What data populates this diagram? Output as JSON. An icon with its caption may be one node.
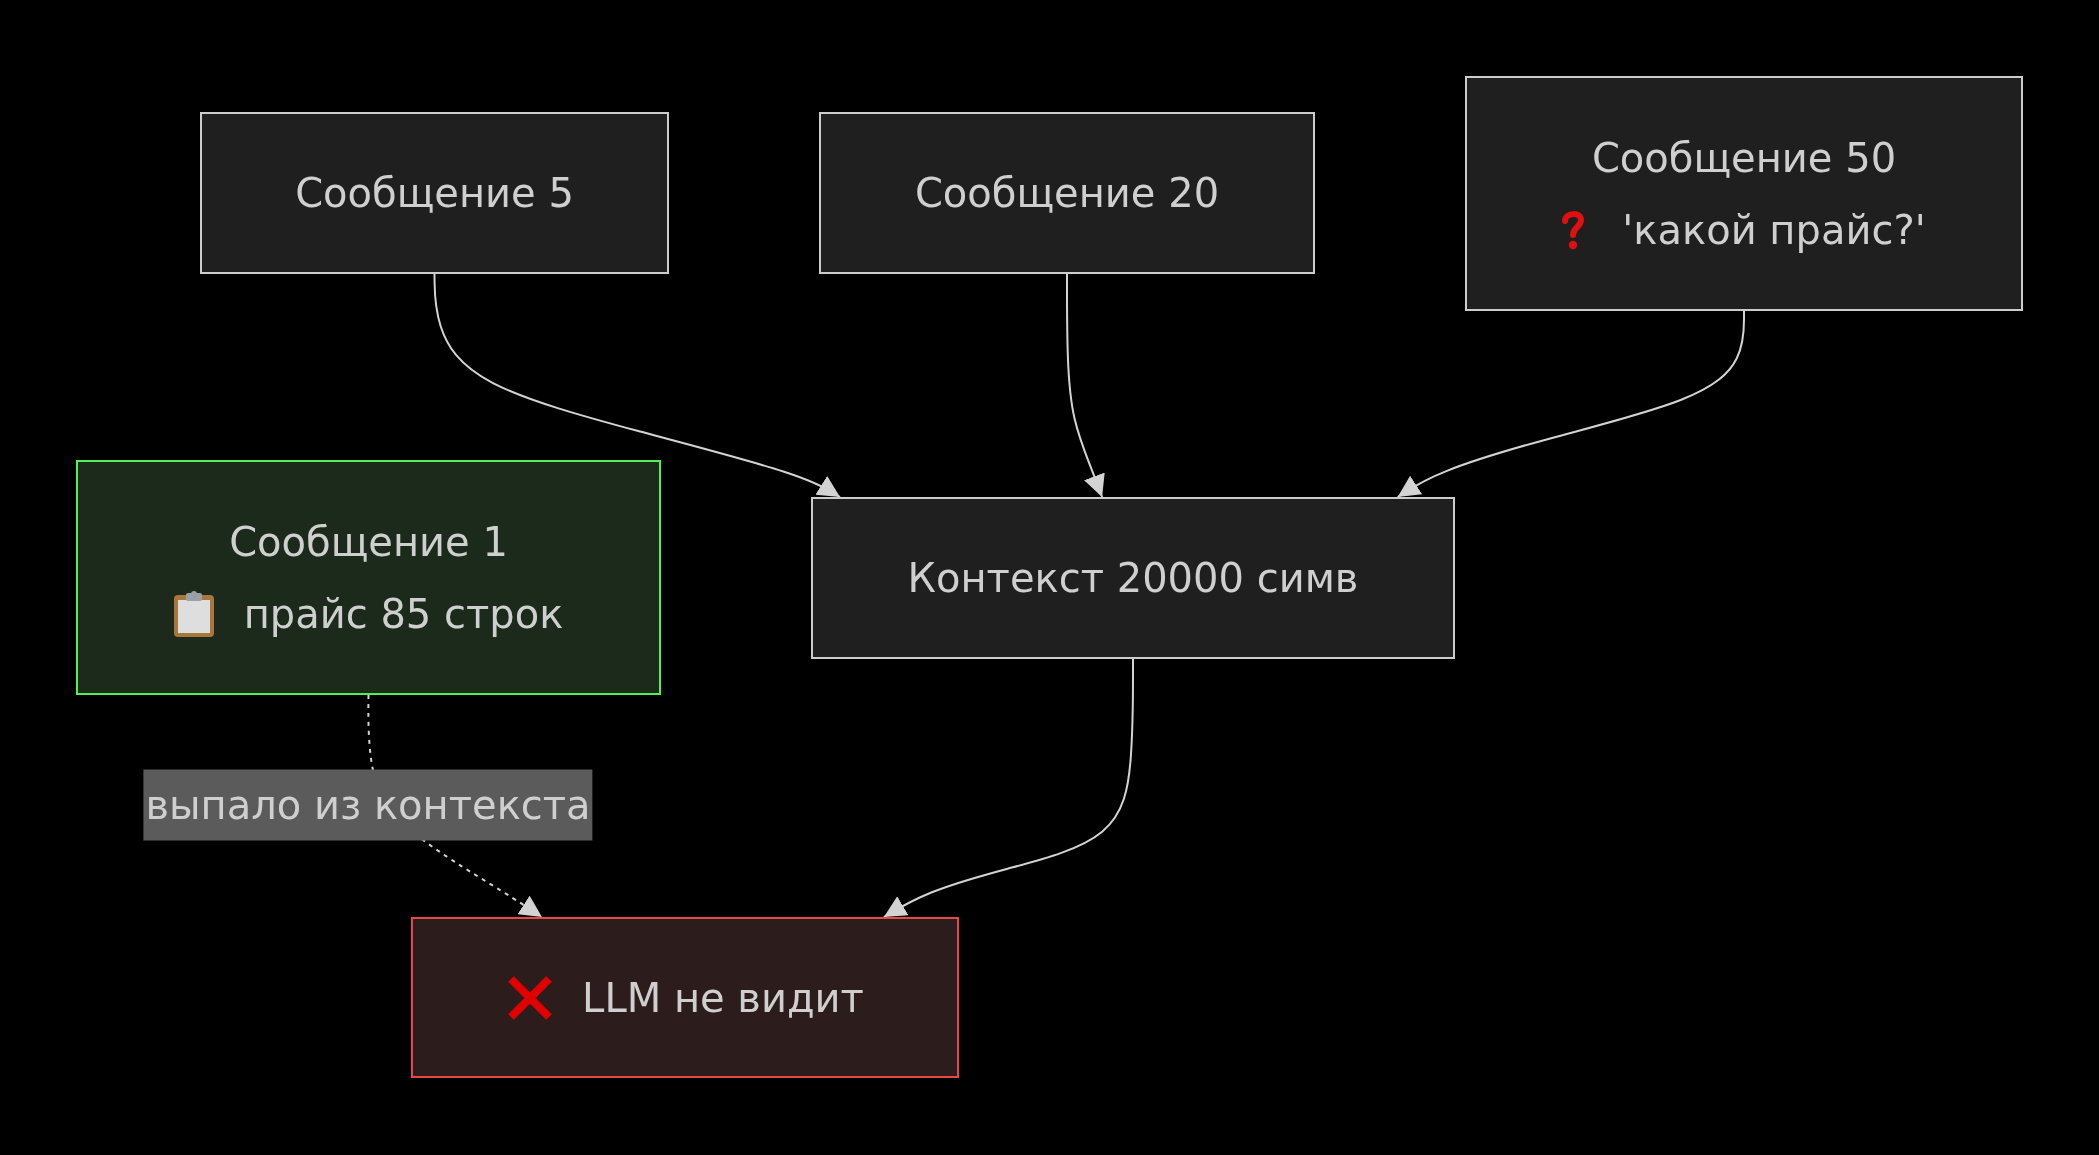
{
  "diagram": {
    "nodes": [
      {
        "text": [
          "Сообщение 5"
        ]
      },
      {
        "text": [
          "Сообщение 20"
        ]
      },
      {
        "text": [
          "Сообщение 50",
          "'какой прайс?'"
        ]
      },
      {
        "text": [
          "Сообщение 1",
          "прайс 85 строк"
        ]
      },
      {
        "text": [
          "Контекст 20000 симв"
        ]
      },
      {
        "text": [
          "LLM не видит"
        ]
      }
    ],
    "edges": [
      {
        "from": 0,
        "to": 4,
        "arrow": "to"
      },
      {
        "from": 1,
        "to": 4,
        "arrow": "to"
      },
      {
        "from": 2,
        "to": 4,
        "arrow": "to"
      },
      {
        "from": 4,
        "to": 5,
        "arrow": "to"
      },
      {
        "from": 3,
        "to": 5,
        "arrow": "to",
        "label": "выпало из контекста",
        "style": "dashed"
      }
    ]
  }
}
